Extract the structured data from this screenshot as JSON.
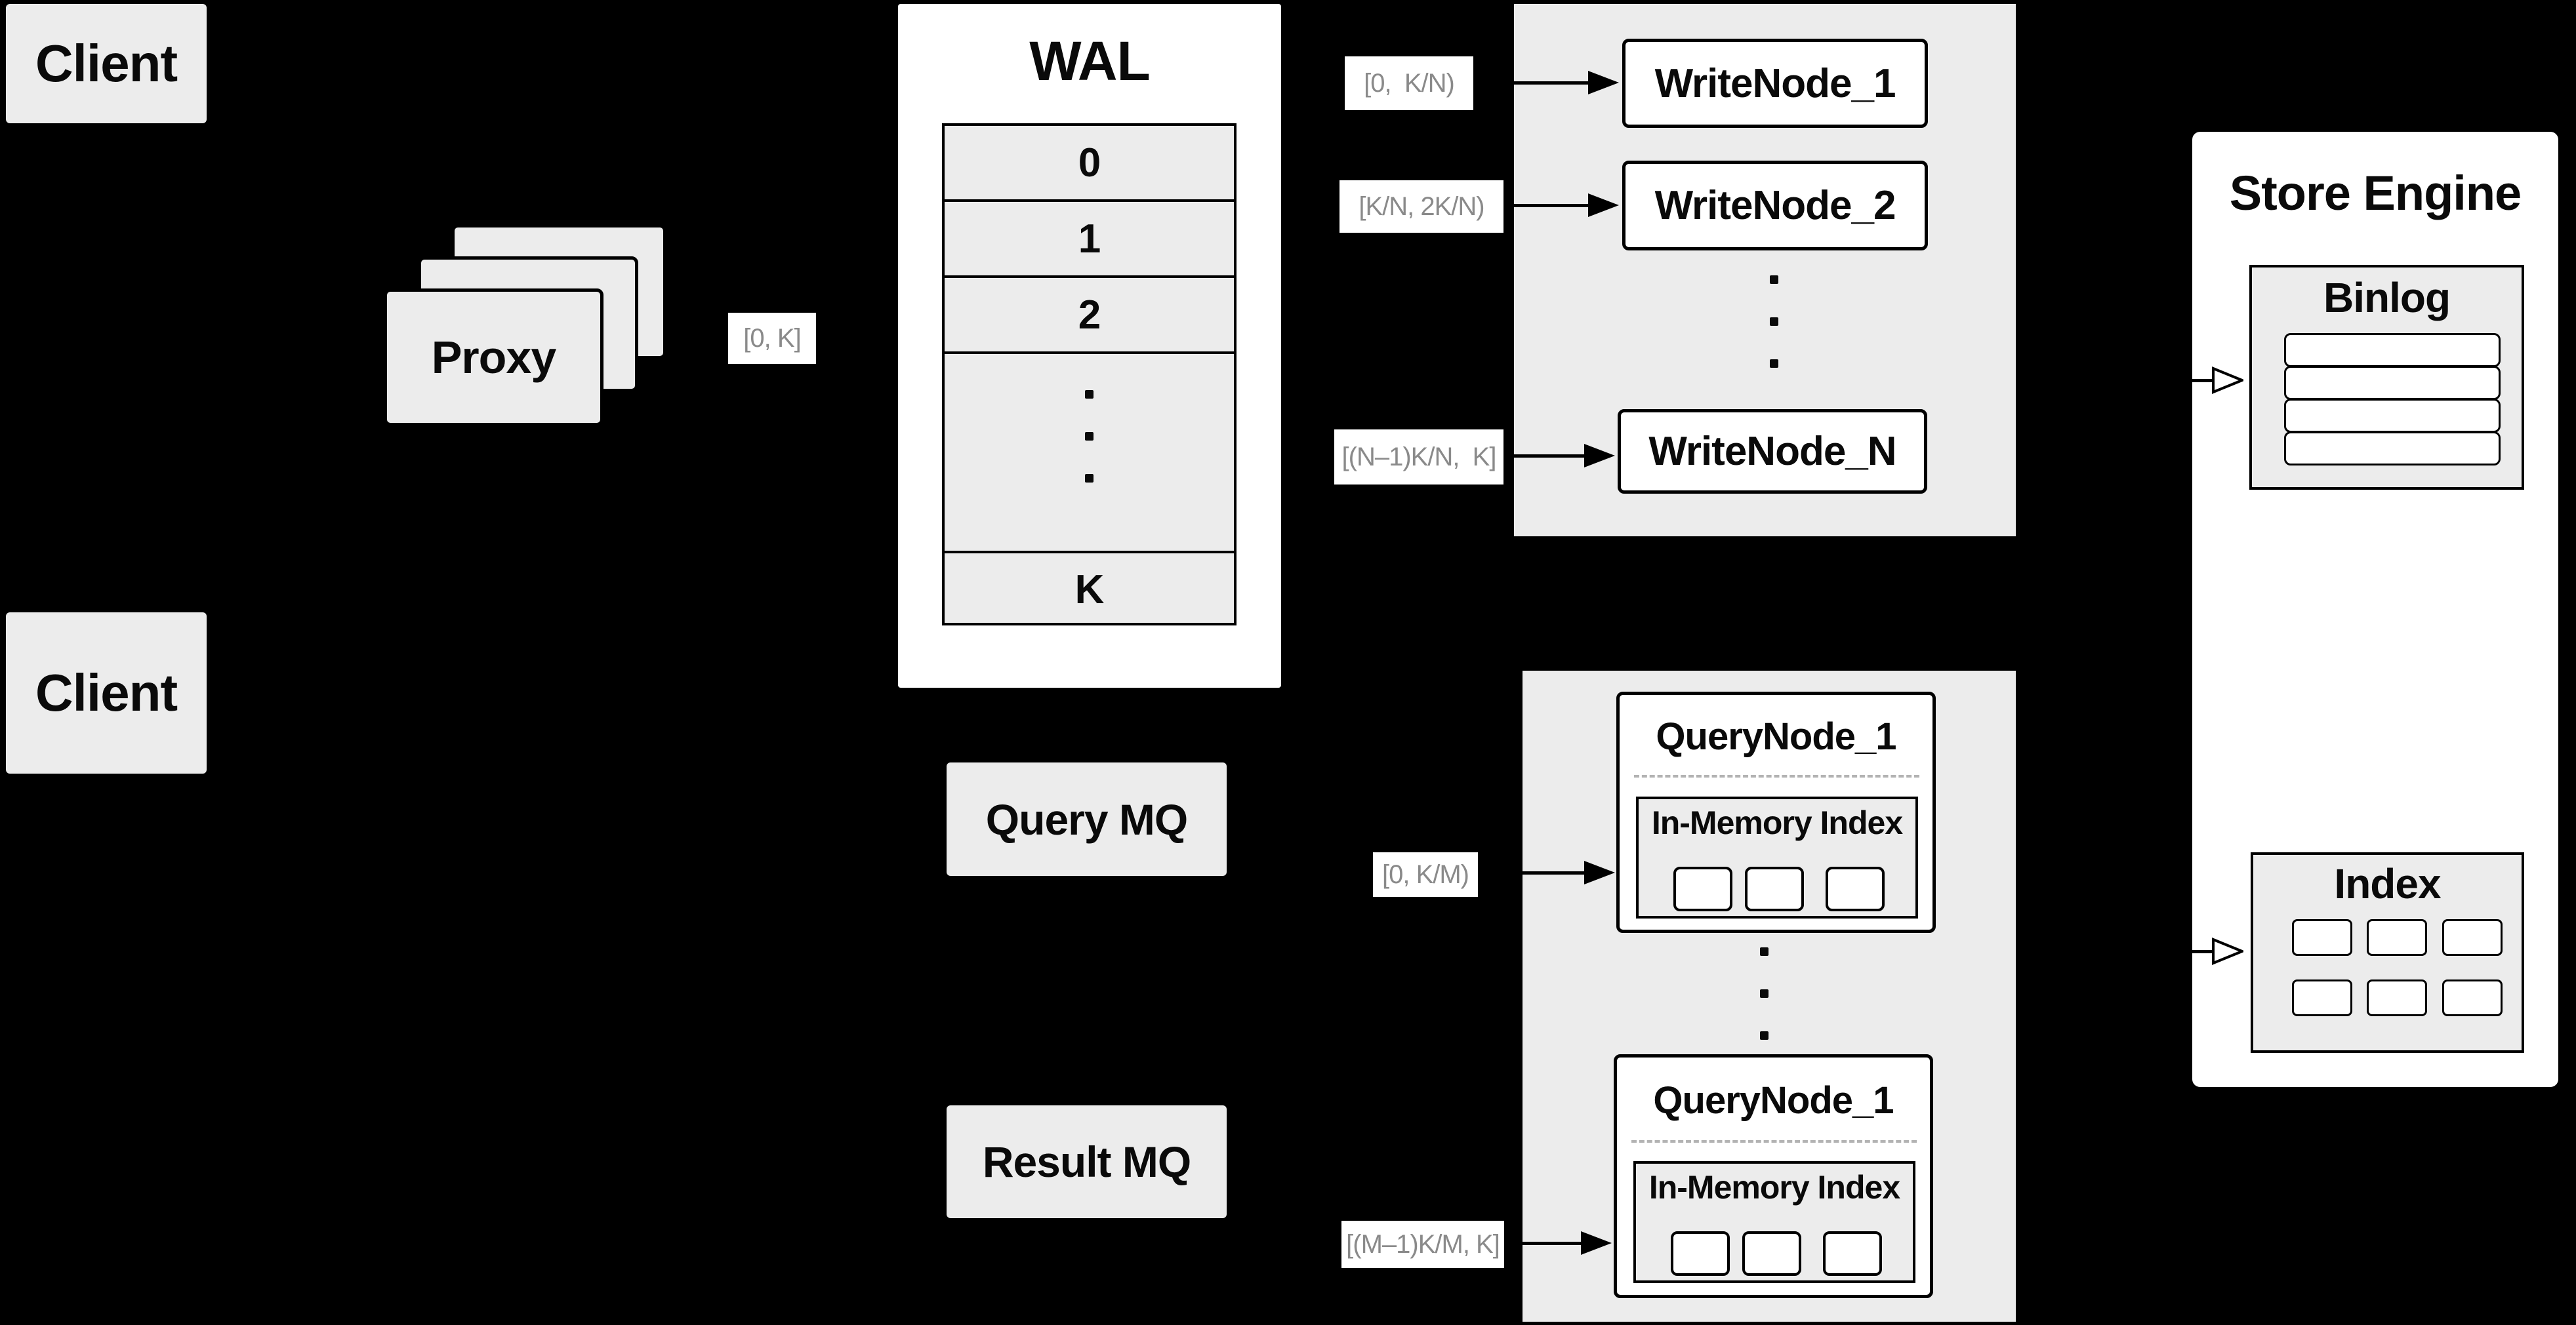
{
  "diagram": {
    "clients": {
      "top": "Client",
      "bottom": "Client"
    },
    "proxy": {
      "label": "Proxy"
    },
    "wal": {
      "title": "WAL",
      "rows": [
        "0",
        "1",
        "2",
        "K"
      ]
    },
    "write_nodes": {
      "node1": "WriteNode_1",
      "node2": "WriteNode_2",
      "nodeN": "WriteNode_N"
    },
    "mq": {
      "query": "Query MQ",
      "result": "Result MQ"
    },
    "query_nodes": {
      "top": {
        "title": "QueryNode_1",
        "index_label": "In-Memory Index"
      },
      "bottom": {
        "title": "QueryNode_1",
        "index_label": "In-Memory Index"
      }
    },
    "store_engine": {
      "title": "Store Engine",
      "binlog_title": "Binlog",
      "index_title": "Index"
    },
    "flow_labels": {
      "proxy_to_wal": "[0, K]",
      "wal_to_writenode_1": "[0,  K/N)",
      "wal_to_writenode_2": "[K/N, 2K/N)",
      "wal_to_writenode_n": "[(N–1)K/N,  K]",
      "querymq_to_querynode": "[0, K/M)",
      "resultmq_to_querynode": "[(M–1)K/M, K]"
    },
    "colors": {
      "background": "#000000",
      "panel_gray": "#ececec",
      "box_white": "#ffffff",
      "stroke": "#000000",
      "label_text": "#8a8a8a",
      "dashed_separator": "#b3b3b3"
    }
  }
}
